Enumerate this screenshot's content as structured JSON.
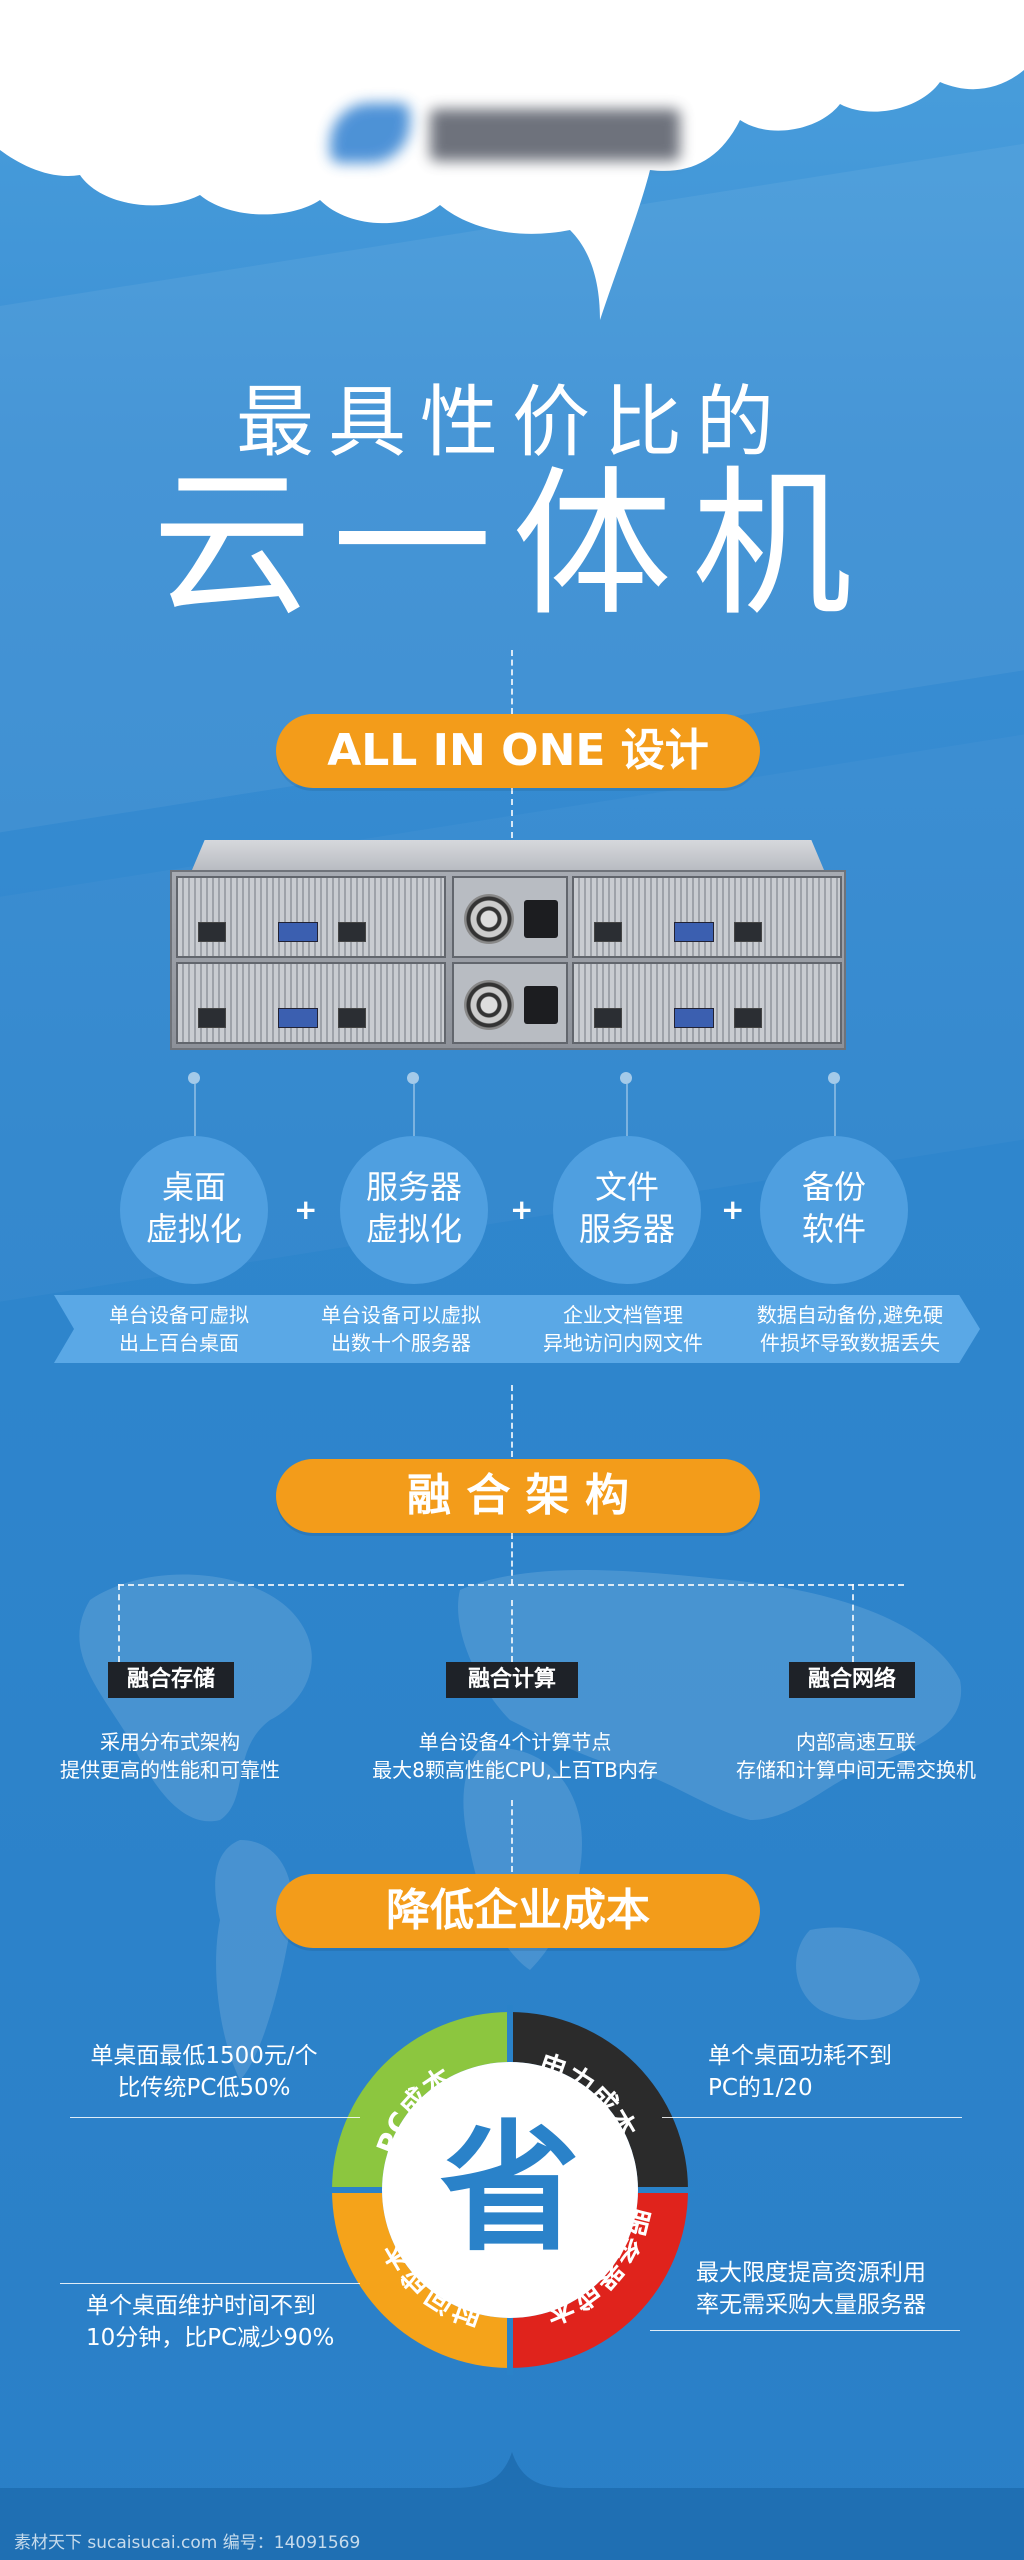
{
  "colors": {
    "background": "#2a82c9",
    "accent_orange": "#f39c1a",
    "circle_blue": "#4f9fe0",
    "seg_green": "#8cc63f",
    "seg_black": "#2b2b2b",
    "seg_red": "#e0231c",
    "seg_orange": "#f5a31a"
  },
  "headline": {
    "line1": "最具性价比的",
    "line2": "云一体机"
  },
  "section1": {
    "pill": "ALL IN ONE 设计",
    "features": [
      {
        "label": "桌面\n虚拟化",
        "desc": "单台设备可虚拟\n出上百台桌面"
      },
      {
        "label": "服务器\n虚拟化",
        "desc": "单台设备可以虚拟\n出数十个服务器"
      },
      {
        "label": "文件\n服务器",
        "desc": "企业文档管理\n异地访问内网文件"
      },
      {
        "label": "备份\n软件",
        "desc": "数据自动备份,避免硬\n件损坏导致数据丢失"
      }
    ],
    "plus": "+"
  },
  "section2": {
    "pill": "融 合 架 构",
    "items": [
      {
        "tag": "融合存储",
        "desc": "采用分布式架构\n提供更高的性能和可靠性"
      },
      {
        "tag": "融合计算",
        "desc": "单台设备4个计算节点\n最大8颗高性能CPU,上百TB内存"
      },
      {
        "tag": "融合网络",
        "desc": "内部高速互联\n存储和计算中间无需交换机"
      }
    ]
  },
  "section3": {
    "pill": "降低企业成本",
    "center": "省",
    "segments": [
      "PC成本",
      "电力成本",
      "服务器成本",
      "时间成本"
    ],
    "notes": {
      "pc": "单桌面最低1500元/个\n比传统PC低50%",
      "power": "单个桌面功耗不到\nPC的1/20",
      "server": "最大限度提高资源利用\n率无需采购大量服务器",
      "time": "单个桌面维护时间不到\n10分钟，比PC减少90%"
    }
  },
  "watermark": "素材天下 sucaisucai.com  编号：14091569"
}
